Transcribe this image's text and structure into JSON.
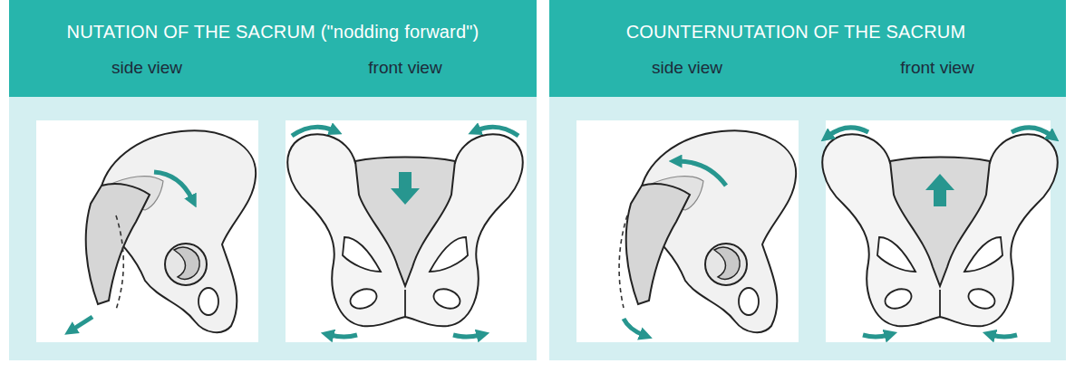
{
  "diagram": {
    "nodes": [
      {
        "text": [
          "NUTATION OF THE SACRUM (\"nodding forward\")",
          "side view",
          "front view"
        ]
      },
      {
        "text": [
          "COUNTERNUTATION OF THE SACRUM",
          "side view",
          "front view"
        ]
      }
    ]
  }
}
